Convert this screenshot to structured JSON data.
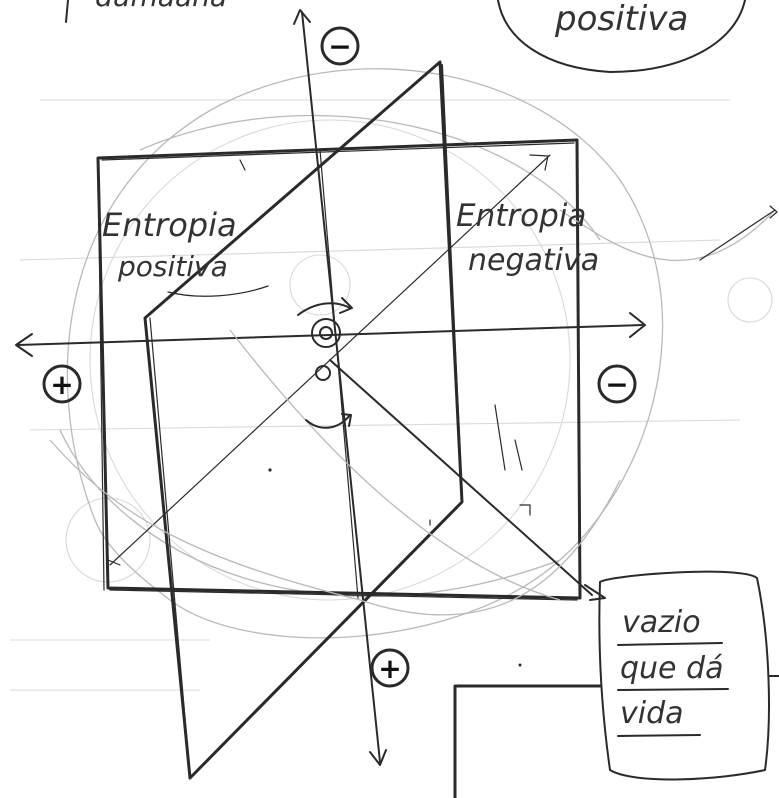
{
  "labels": {
    "top_left_fragment": "dumaana",
    "top_right_bubble": "positiva",
    "left_panel_line1": "Entropia",
    "left_panel_line2": "positiva",
    "right_panel_line1": "Entropia",
    "right_panel_line2": "negativa",
    "note_line1": "vazio",
    "note_line2": "que dá",
    "note_line3": "vida"
  },
  "signs": {
    "top": "−",
    "bottom": "+",
    "left": "+",
    "right": "−"
  },
  "colors": {
    "ink": "#2a2a2a",
    "ghost": "#b9b9b9",
    "paper": "#ffffff"
  }
}
